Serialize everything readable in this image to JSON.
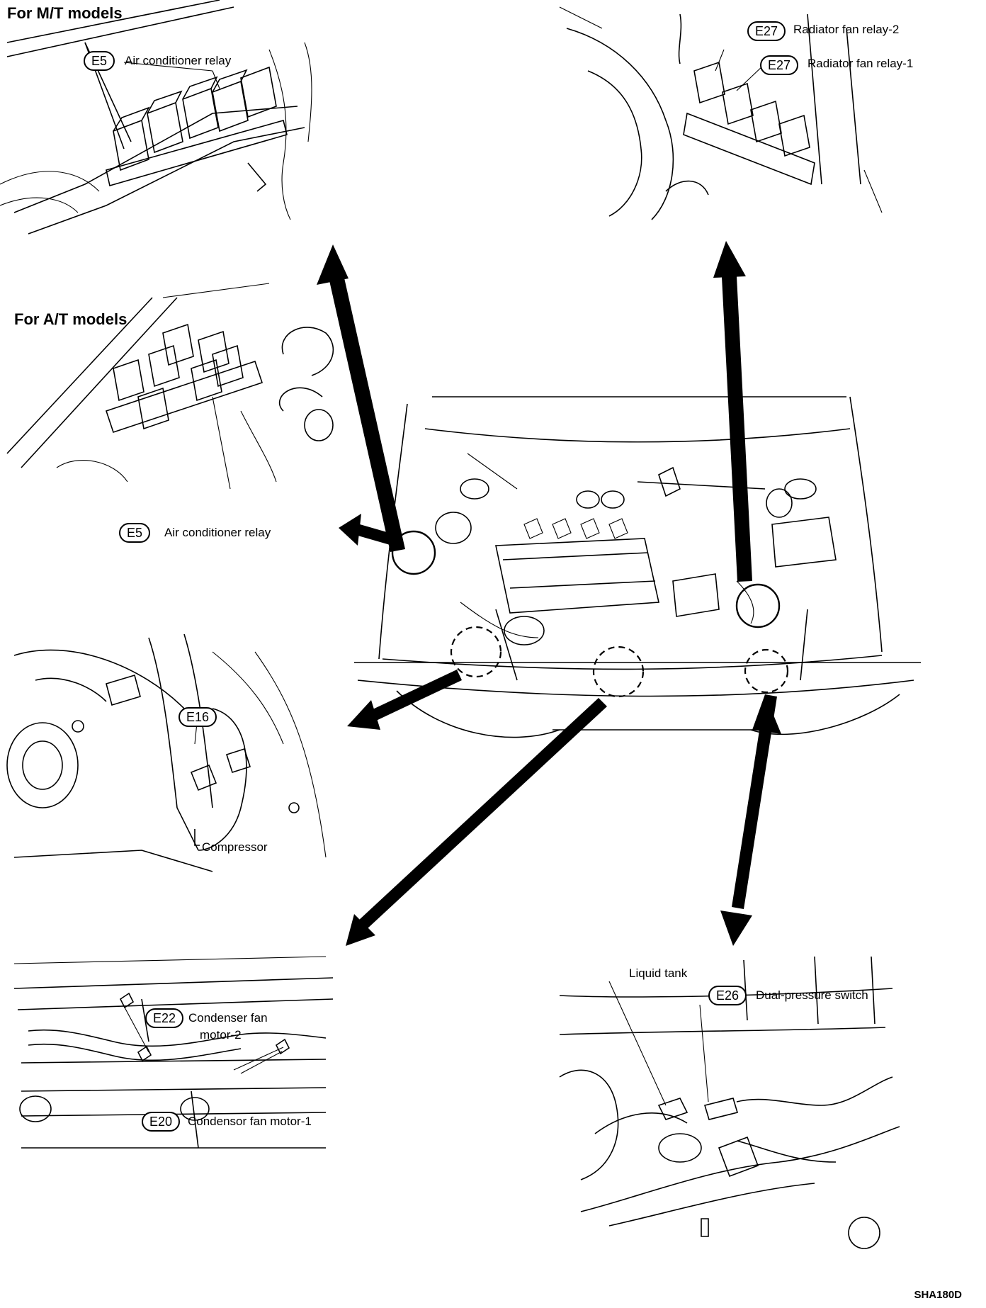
{
  "panels": {
    "mt": {
      "heading": "For M/T models",
      "connector": "E5",
      "label": "Air conditioner relay"
    },
    "at": {
      "heading": "For A/T models",
      "connector": "E5",
      "label": "Air conditioner relay"
    },
    "radiator_fan": {
      "relay2": {
        "connector": "E27",
        "label": "Radiator fan relay-2"
      },
      "relay1": {
        "connector": "E27",
        "label": "Radiator fan relay-1"
      }
    },
    "compressor": {
      "connector": "E16",
      "label": "Compressor"
    },
    "condenser_fan": {
      "motor2": {
        "connector": "E22",
        "label_line1": "Condenser fan",
        "label_line2": "motor-2"
      },
      "motor1": {
        "connector": "E20",
        "label": "Condensor fan motor-1"
      }
    },
    "liquid_tank": {
      "tank_label": "Liquid tank",
      "switch": {
        "connector": "E26",
        "label": "Dual-pressure switch"
      }
    }
  },
  "figure_code": "SHA180D"
}
